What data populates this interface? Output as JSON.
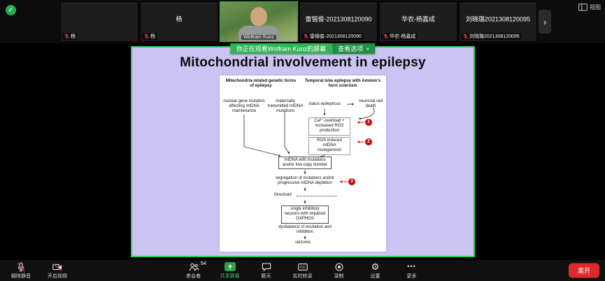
{
  "window": {
    "view_label": "视图"
  },
  "top_bar": {
    "participants": [
      {
        "display": "",
        "label": "杨",
        "video": false
      },
      {
        "display": "杨",
        "label": "杨",
        "video": false
      },
      {
        "display": "",
        "label": "Wolfram Kunz",
        "video": true
      },
      {
        "display": "雷锡俊-2021308120090",
        "label": "雷锡俊-2021308120090",
        "video": false
      },
      {
        "display": "华农-杨嘉成",
        "label": "华农-杨嘉成",
        "video": false
      },
      {
        "display": "刘晓璐2021308120095",
        "label": "刘晓璐2021308120095",
        "video": false
      }
    ],
    "next": "›"
  },
  "banner": {
    "text": "你正在观看Wolfram Kunz的屏幕",
    "options_label": "查看选项",
    "chevron": "∨"
  },
  "slide": {
    "title": "Mitochondrial involvement in epilepsy"
  },
  "diagram": {
    "left_header": "Mitochondria-related genetic forms of epilepsy",
    "right_header": "Temporal lobe epilepsy with Ammon's horn sclerosis",
    "nuclear": "nuclear gene mutation affecting mtDNA maintenance",
    "maternal": "maternally transmitted mtDNA mutations",
    "status": "status epilepticus",
    "neuronal": "neuronal cell death",
    "ca_overload": "Ca²⁺-overload + increased ROS production",
    "ros": "ROS induced mtDNA mutagenesis",
    "mtdna": "mtDNA with mutations and/or low copy number",
    "segregation": "segregation of mutations and/or progressive mtDNA depletion",
    "threshold": "threshold",
    "single_neurons": "single inhibitory neurons with impaired OXPHOS",
    "dysbalance": "dysbalance of excitation and inhibition",
    "seizures": "seizures",
    "badge1": "1",
    "badge2": "2",
    "badge3": "3"
  },
  "toolbar": {
    "unmute_label": "解除静音",
    "video_label": "开启视频",
    "participants_label": "参会者",
    "participants_count": "54",
    "share_label": "共享屏幕",
    "chat_label": "聊天",
    "transcript_label": "实时转录",
    "record_label": "录制",
    "settings_label": "设置",
    "more_label": "更多",
    "leave_label": "离开",
    "cc_text": "CC"
  },
  "colors": {
    "share_border": "#27d356",
    "banner_green": "#35b357",
    "banner_dark_green": "#1f8f43",
    "slide_purple": "#cbc3f2",
    "badge_red": "#cf0000",
    "leave_red": "#dc2a2a",
    "share_icon_green": "#27a449"
  }
}
